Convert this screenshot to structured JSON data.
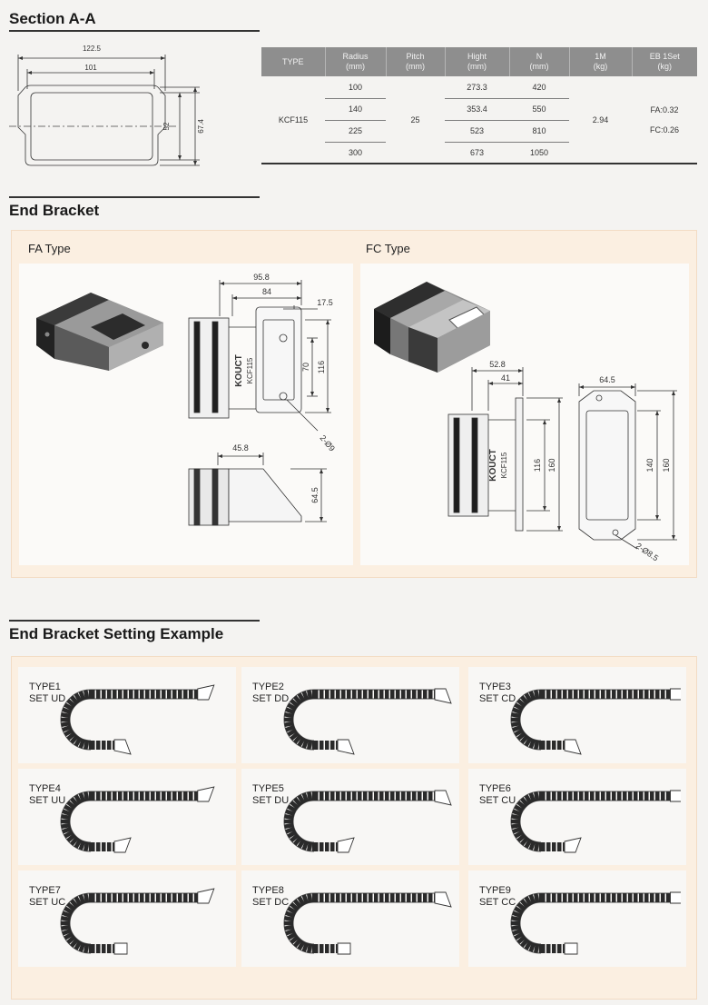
{
  "section_a": {
    "title": "Section A-A",
    "dims": {
      "outer_width": "122.5",
      "inner_width": "101",
      "inner_height": "52",
      "outer_height": "67.4"
    }
  },
  "spec_table": {
    "headers": [
      {
        "l1": "TYPE",
        "l2": ""
      },
      {
        "l1": "Radius",
        "l2": "(mm)"
      },
      {
        "l1": "Pitch",
        "l2": "(mm)"
      },
      {
        "l1": "Hight",
        "l2": "(mm)"
      },
      {
        "l1": "N",
        "l2": "(mm)"
      },
      {
        "l1": "1M",
        "l2": "(kg)"
      },
      {
        "l1": "EB 1Set",
        "l2": "(kg)"
      }
    ],
    "type": "KCF115",
    "pitch": "25",
    "weight": "2.94",
    "eb_fa": "FA:0.32",
    "eb_fc": "FC:0.26",
    "rows": [
      {
        "radius": "100",
        "hight": "273.3",
        "n": "420"
      },
      {
        "radius": "140",
        "hight": "353.4",
        "n": "550"
      },
      {
        "radius": "225",
        "hight": "523",
        "n": "810"
      },
      {
        "radius": "300",
        "hight": "673",
        "n": "1050"
      }
    ]
  },
  "end_bracket": {
    "title": "End Bracket",
    "fa": {
      "label": "FA Type",
      "brand": "KOUCT",
      "model": "KCF115",
      "dims": {
        "d1": "95.8",
        "d2": "84",
        "d3": "17.5",
        "d4": "70",
        "d5": "116",
        "hole": "2-Ø9.5",
        "d6": "45.8",
        "d7": "64.5"
      }
    },
    "fc": {
      "label": "FC Type",
      "brand": "KOUCT",
      "model": "KCF115",
      "dims": {
        "d1": "52.8",
        "d2": "41",
        "d3": "116",
        "d4": "160",
        "d5": "64.5",
        "d6": "140",
        "d7": "160",
        "hole": "2-Ø8.5"
      }
    }
  },
  "setting": {
    "title": "End Bracket Setting Example",
    "types": [
      {
        "type": "TYPE1",
        "set": "SET UD"
      },
      {
        "type": "TYPE2",
        "set": "SET DD"
      },
      {
        "type": "TYPE3",
        "set": "SET CD"
      },
      {
        "type": "TYPE4",
        "set": "SET UU"
      },
      {
        "type": "TYPE5",
        "set": "SET DU"
      },
      {
        "type": "TYPE6",
        "set": "SET CU"
      },
      {
        "type": "TYPE7",
        "set": "SET UC"
      },
      {
        "type": "TYPE8",
        "set": "SET DC"
      },
      {
        "type": "TYPE9",
        "set": "SET CC"
      }
    ]
  }
}
